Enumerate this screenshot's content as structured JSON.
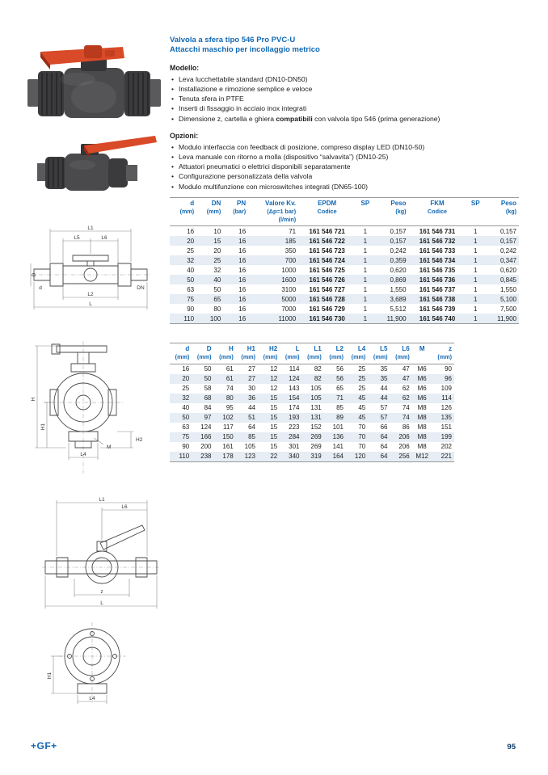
{
  "header": {
    "title": "Valvola a sfera tipo 546 Pro PVC-U",
    "subtitle": "Attacchi maschio per incollaggio metrico"
  },
  "modello": {
    "heading": "Modello:",
    "items": [
      "Leva lucchettabile standard (DN10-DN50)",
      "Installazione e rimozione semplice e veloce",
      "Tenuta sfera in PTFE",
      "Inserti di fissaggio in acciaio inox integrati",
      {
        "parts": [
          {
            "text": "Dimensione z, cartella e ghiera "
          },
          {
            "text": "compatibili",
            "bold": true
          },
          {
            "text": " con valvola tipo 546 (prima generazione)"
          }
        ]
      }
    ]
  },
  "opzioni": {
    "heading": "Opzioni:",
    "items": [
      "Modulo interfaccia con feedback di posizione, compreso display LED (DN10-50)",
      "Leva manuale con ritorno a molla (dispositivo “salvavita”) (DN10-25)",
      "Attuatori pneumatici o elettrici disponibili separatamente",
      "Configurazione personalizzata della valvola",
      "Modulo multifunzione con microswitches integrati (DN65-100)"
    ]
  },
  "table1": {
    "headers": [
      {
        "lines": [
          "d",
          "(mm)"
        ]
      },
      {
        "lines": [
          "DN",
          "(mm)"
        ]
      },
      {
        "lines": [
          "PN",
          "(bar)"
        ]
      },
      {
        "lines": [
          "Valore Kv.",
          "(Δp=1 bar)",
          "(l/min)"
        ]
      },
      {
        "lines": [
          "EPDM",
          "Codice"
        ]
      },
      {
        "lines": [
          "SP"
        ]
      },
      {
        "lines": [
          "Peso",
          "(kg)"
        ]
      },
      {
        "lines": [
          "FKM",
          "Codice"
        ]
      },
      {
        "lines": [
          "SP"
        ]
      },
      {
        "lines": [
          "Peso",
          "(kg)"
        ]
      }
    ],
    "rows": [
      [
        "16",
        "10",
        "16",
        "71",
        "161 546 721",
        "1",
        "0,157",
        "161 546 731",
        "1",
        "0,157"
      ],
      [
        "20",
        "15",
        "16",
        "185",
        "161 546 722",
        "1",
        "0,157",
        "161 546 732",
        "1",
        "0,157"
      ],
      [
        "25",
        "20",
        "16",
        "350",
        "161 546 723",
        "1",
        "0,242",
        "161 546 733",
        "1",
        "0,242"
      ],
      [
        "32",
        "25",
        "16",
        "700",
        "161 546 724",
        "1",
        "0,359",
        "161 546 734",
        "1",
        "0,347"
      ],
      [
        "40",
        "32",
        "16",
        "1000",
        "161 546 725",
        "1",
        "0,620",
        "161 546 735",
        "1",
        "0,620"
      ],
      [
        "50",
        "40",
        "16",
        "1600",
        "161 546 726",
        "1",
        "0,869",
        "161 546 736",
        "1",
        "0,845"
      ],
      [
        "63",
        "50",
        "16",
        "3100",
        "161 546 727",
        "1",
        "1,550",
        "161 546 737",
        "1",
        "1,550"
      ],
      [
        "75",
        "65",
        "16",
        "5000",
        "161 546 728",
        "1",
        "3,689",
        "161 546 738",
        "1",
        "5,100"
      ],
      [
        "90",
        "80",
        "16",
        "7000",
        "161 546 729",
        "1",
        "5,512",
        "161 546 739",
        "1",
        "7,500"
      ],
      [
        "110",
        "100",
        "16",
        "11000",
        "161 546 730",
        "1",
        "11,900",
        "161 546 740",
        "1",
        "11,900"
      ]
    ]
  },
  "table2": {
    "headers": [
      {
        "lines": [
          "d",
          "(mm)"
        ]
      },
      {
        "lines": [
          "D",
          "(mm)"
        ]
      },
      {
        "lines": [
          "H",
          "(mm)"
        ]
      },
      {
        "lines": [
          "H1",
          "(mm)"
        ]
      },
      {
        "lines": [
          "H2",
          "(mm)"
        ]
      },
      {
        "lines": [
          "L",
          "(mm)"
        ]
      },
      {
        "lines": [
          "L1",
          "(mm)"
        ]
      },
      {
        "lines": [
          "L2",
          "(mm)"
        ]
      },
      {
        "lines": [
          "L4",
          "(mm)"
        ]
      },
      {
        "lines": [
          "L5",
          "(mm)"
        ]
      },
      {
        "lines": [
          "L6",
          "(mm)"
        ]
      },
      {
        "lines": [
          "M"
        ]
      },
      {
        "lines": [
          "z",
          "(mm)"
        ]
      }
    ],
    "rows": [
      [
        "16",
        "50",
        "61",
        "27",
        "12",
        "114",
        "82",
        "56",
        "25",
        "35",
        "47",
        "M6",
        "90"
      ],
      [
        "20",
        "50",
        "61",
        "27",
        "12",
        "124",
        "82",
        "56",
        "25",
        "35",
        "47",
        "M6",
        "96"
      ],
      [
        "25",
        "58",
        "74",
        "30",
        "12",
        "143",
        "105",
        "65",
        "25",
        "44",
        "62",
        "M6",
        "109"
      ],
      [
        "32",
        "68",
        "80",
        "36",
        "15",
        "154",
        "105",
        "71",
        "45",
        "44",
        "62",
        "M6",
        "114"
      ],
      [
        "40",
        "84",
        "95",
        "44",
        "15",
        "174",
        "131",
        "85",
        "45",
        "57",
        "74",
        "M8",
        "126"
      ],
      [
        "50",
        "97",
        "102",
        "51",
        "15",
        "193",
        "131",
        "89",
        "45",
        "57",
        "74",
        "M8",
        "135"
      ],
      [
        "63",
        "124",
        "117",
        "64",
        "15",
        "223",
        "152",
        "101",
        "70",
        "66",
        "86",
        "M8",
        "151"
      ],
      [
        "75",
        "166",
        "150",
        "85",
        "15",
        "284",
        "269",
        "136",
        "70",
        "64",
        "206",
        "M8",
        "199"
      ],
      [
        "90",
        "200",
        "161",
        "105",
        "15",
        "301",
        "269",
        "141",
        "70",
        "64",
        "206",
        "M8",
        "202"
      ],
      [
        "110",
        "238",
        "178",
        "123",
        "22",
        "340",
        "319",
        "164",
        "120",
        "64",
        "256",
        "M12",
        "221"
      ]
    ]
  },
  "drawings": {
    "d1": {
      "labels": [
        "L1",
        "L5",
        "L6",
        "D",
        "d",
        "DN",
        "L2",
        "L"
      ]
    },
    "d2": {
      "labels": [
        "H",
        "H1",
        "H2",
        "M",
        "L4"
      ]
    },
    "d3": {
      "labels": [
        "L1",
        "L6",
        "z",
        "L"
      ]
    },
    "d4": {
      "labels": [
        "H1",
        "L4"
      ]
    }
  },
  "images": {
    "photo1": "ball-valve-type-546-with-red-lever",
    "photo2": "ball-valve-type-546-angled-view"
  },
  "footer": {
    "logo": "+GF+",
    "page_number": "95"
  },
  "colors": {
    "brand_blue": "#1268b3",
    "row_stripe": "#e6edf4",
    "handle_red": "#d94a28"
  }
}
